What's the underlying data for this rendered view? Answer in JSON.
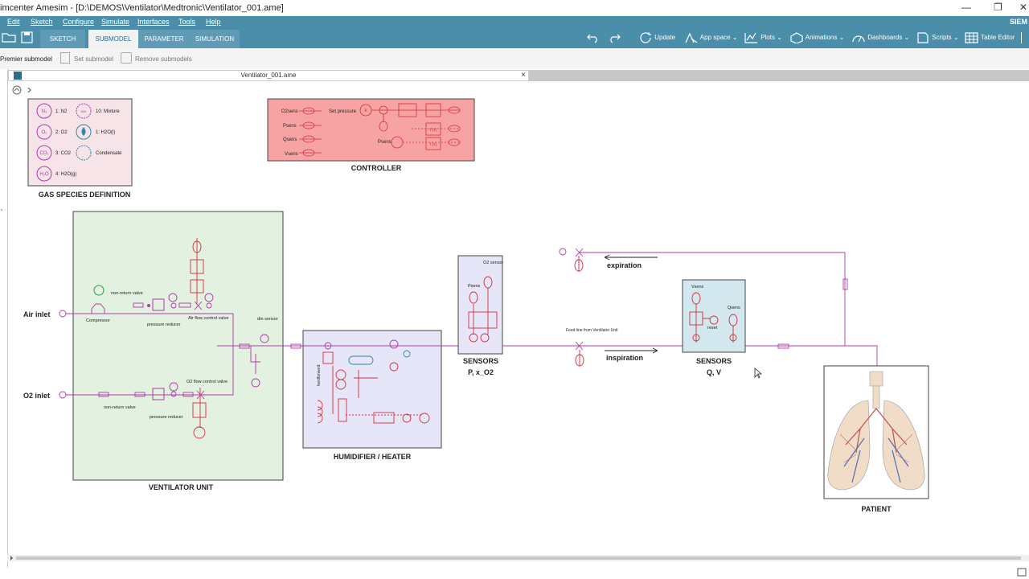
{
  "window": {
    "title": "imcenter Amesim - [D:\\DEMOS\\Ventilator\\Medtronic\\Ventilator_001.ame]",
    "brand": "SIEM",
    "minimize": "—",
    "restore": "❐",
    "close": "✕"
  },
  "menu": [
    "Edit",
    "Sketch",
    "Configure",
    "Simulate",
    "Interfaces",
    "Tools",
    "Help"
  ],
  "tabs": [
    "SKETCH",
    "SUBMODEL",
    "PARAMETER",
    "SIMULATION"
  ],
  "toolbar": {
    "update": "Update",
    "app_space": "App space",
    "plots": "Plots",
    "animations": "Animations",
    "dashboards": "Dashboards",
    "scripts": "Scripts",
    "table_editor": "Table Editor"
  },
  "submodel_bar": {
    "premier": "Premier submodel",
    "set": "Set submodel",
    "remove": "Remove submodels"
  },
  "document": {
    "tab_title": "Ventilator_001.ame",
    "close": "×"
  },
  "gas_species": {
    "title": "GAS SPECIES DEFINITION",
    "items": [
      {
        "icon": "N₂",
        "label": "1: N2"
      },
      {
        "icon": "MIX",
        "label": "10: Mixture"
      },
      {
        "icon": "O₂",
        "label": "2: O2"
      },
      {
        "icon": "drop",
        "label": "1: H2O(l)"
      },
      {
        "icon": "CO₂",
        "label": "3: CO2"
      },
      {
        "icon": "cond",
        "label": "Condensate"
      },
      {
        "icon": "H₂O",
        "label": "4: H2O(g)"
      }
    ]
  },
  "controller": {
    "title": "CONTROLLER",
    "inputs": [
      "O2sens",
      "Psens",
      "Qsens",
      "Vsens"
    ],
    "set_pressure": "Set pressure",
    "psens": "Psens",
    "k": "k",
    "fx": "f (x)"
  },
  "ventilator_unit": {
    "title": "VENTILATOR UNIT",
    "air_inlet": "Air inlet",
    "o2_inlet": "O2 inlet",
    "compressor": "Compressor",
    "non_return_valve": "non-return valve",
    "pressure_reducer": "pressure reducer",
    "air_flow_valve": "Air flow control valve",
    "o2_flow_valve": "O2 flow control valve",
    "dm_sensor": "dm sensor"
  },
  "humidifier": {
    "title": "HUMIDIFIER / HEATER",
    "feedforward": "feedforward"
  },
  "sensors_p": {
    "title_line1": "SENSORS",
    "title_line2": "P, x_O2",
    "o2_sensor": "O2 sensor",
    "psens": "Psens"
  },
  "sensors_q": {
    "title_line1": "SENSORS",
    "title_line2": "Q, V",
    "vsens": "Vsens",
    "qsens": "Qsens",
    "reset": "reset"
  },
  "lines": {
    "expiration": "expiration",
    "inspiration": "inspiration",
    "feed_line": "Feed line from Ventilator Unit"
  },
  "patient": {
    "title": "PATIENT"
  },
  "colors": {
    "ribbon": "#4a8eaa",
    "gas_panel": "#f6e4e8",
    "controller_panel": "#f7a3a3",
    "ventilator_panel": "#e3f1e1",
    "humidifier_panel": "#e6e6f8",
    "sensor_q_panel": "#d2e7ee",
    "wire_magenta": "#b03aa8",
    "signal_red": "#d2303c"
  }
}
